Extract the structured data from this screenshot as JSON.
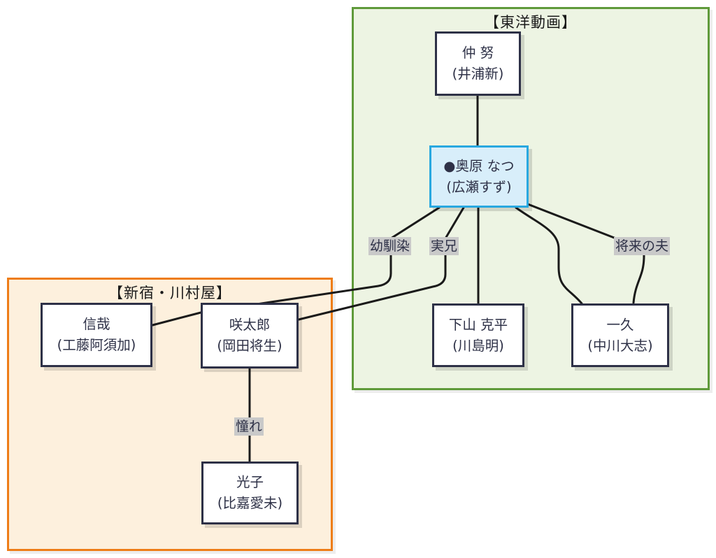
{
  "regions": {
    "toyo": {
      "title": "【東洋動画】"
    },
    "kawamura": {
      "title": "【新宿・川村屋】"
    }
  },
  "nodes": {
    "naka": {
      "name": "仲 努",
      "actor": "(井浦新)"
    },
    "natsu": {
      "name": "●奥原 なつ",
      "actor": "(広瀬すず)"
    },
    "shimoyama": {
      "name": "下山 克平",
      "actor": "(川島明)"
    },
    "ikkyu": {
      "name": "一久",
      "actor": "(中川大志)"
    },
    "nobuya": {
      "name": "信哉",
      "actor": "(工藤阿須加)"
    },
    "sakutaro": {
      "name": "咲太郎",
      "actor": "(岡田将生)"
    },
    "mitsuko": {
      "name": "光子",
      "actor": "(比嘉愛未)"
    }
  },
  "edge_labels": {
    "osananajimi": "幼馴染",
    "jikkei": "実兄",
    "shorai_no_otto": "将来の夫",
    "akogare": "憧れ"
  },
  "colors": {
    "toyo_border": "#5f9a3a",
    "toyo_fill": "#edf4e3",
    "kawamura_border": "#ee7d18",
    "kawamura_fill": "#fdf0dd",
    "highlight_border": "#29a8e0",
    "highlight_fill": "#d8eefa",
    "node_border": "#2e3147",
    "node_fill": "#ffffff",
    "edge_line": "#1a1a1a",
    "label_bg": "#c9c9c9"
  }
}
